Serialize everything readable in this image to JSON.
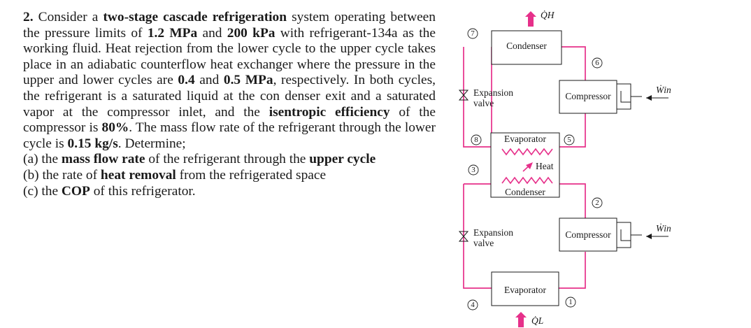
{
  "problem": {
    "number": "2.",
    "s1": "Consider a",
    "b1": "two-stage cascade refrigeration",
    "s2": "system operating between the pressure limits of",
    "b2": "1.2 MPa",
    "s3": "and",
    "b3": "200 kPa",
    "s4": "with refrigerant-134a as the working fluid. Heat rejection from the lower cycle to the upper cycle takes place in an adiabatic counterflow heat exchanger where the pressure in the upper and lower cycles are",
    "b4": "0.4",
    "s5": "and",
    "b5": "0.5 MPa",
    "s6": ", respectively. In both cycles, the refrigerant is a saturated liquid at the con denser exit and a saturated vapor at the compressor inlet, and the",
    "b6": "isentropic efficiency",
    "s7": "of the compressor is",
    "b7": "80%",
    "s8": ". The mass flow rate of the refrigerant through the lower cycle is",
    "b8": "0.15 kg/s",
    "s9": ". Determine;",
    "a_pre": "(a) the",
    "a_b1": "mass flow rate",
    "a_mid": "of the refrigerant through the",
    "a_b2": "upper cycle",
    "b_pre": "(b) the rate of",
    "b_b": "heat removal",
    "b_post": "from the refrigerated space",
    "c_pre": "(c) the",
    "c_b": "COP",
    "c_post": "of this refrigerator."
  },
  "diagram": {
    "q_h": "Q̇H",
    "q_l": "Q̇L",
    "w_in_upper": "Ẇin",
    "w_in_lower": "Ẇin",
    "condenser_upper": "Condenser",
    "expansion_upper_1": "Expansion",
    "expansion_upper_2": "valve",
    "compressor_upper": "Compressor",
    "evaporator_hx": "Evaporator",
    "heat": "Heat",
    "condenser_hx": "Condenser",
    "expansion_lower_1": "Expansion",
    "expansion_lower_2": "valve",
    "compressor_lower": "Compressor",
    "evaporator_lower": "Evaporator",
    "states": [
      "1",
      "2",
      "3",
      "4",
      "5",
      "6",
      "7",
      "8"
    ],
    "colors": {
      "pipe": "#e6308a",
      "text": "#1a1a1a"
    }
  }
}
